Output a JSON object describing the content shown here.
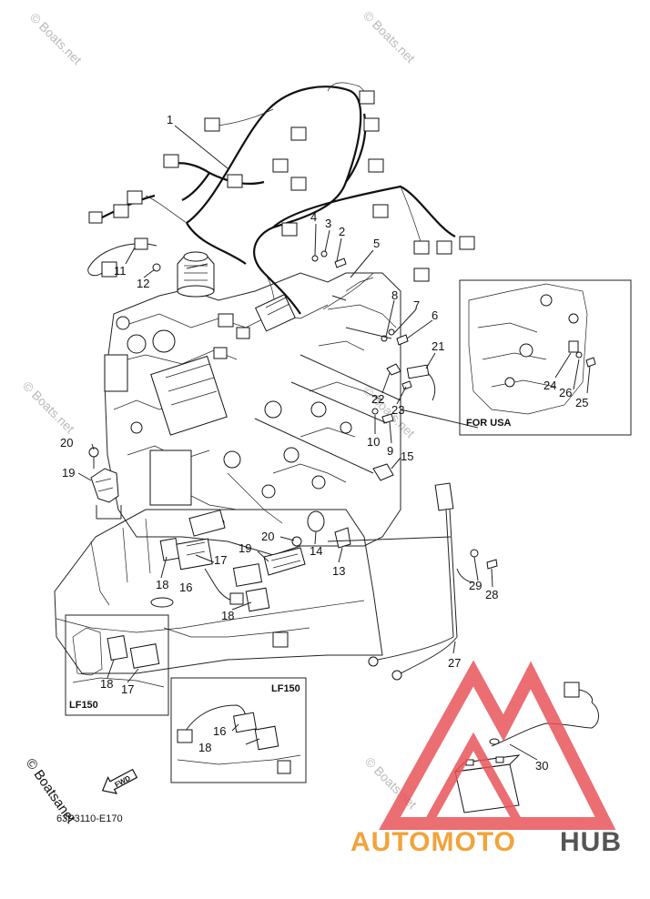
{
  "watermark": "© Boats.net",
  "copyright_vertical": "© Boatsanet",
  "diagram_code": "63P3110-E170",
  "fwd_label": "FWD",
  "inset_usa_label": "FOR USA",
  "inset_lf150_a": "LF150",
  "inset_lf150_b": "LF150",
  "brand": {
    "left": "AUTOMOTO",
    "right": "HUB",
    "left_color": "#f2a33a",
    "right_color": "#555555",
    "logo_color": "#e8555a"
  },
  "callouts": {
    "c1": "1",
    "c2": "2",
    "c3": "3",
    "c4": "4",
    "c5": "5",
    "c6": "6",
    "c7": "7",
    "c8": "8",
    "c9": "9",
    "c10": "10",
    "c11": "11",
    "c12": "12",
    "c13": "13",
    "c14": "14",
    "c15": "15",
    "c16a": "16",
    "c16b": "16",
    "c17a": "17",
    "c17b": "17",
    "c18a": "18",
    "c18b": "18",
    "c18c": "18",
    "c18d": "18",
    "c19a": "19",
    "c19b": "19",
    "c20a": "20",
    "c20b": "20",
    "c21": "21",
    "c22": "22",
    "c23": "23",
    "c24": "24",
    "c25": "25",
    "c26": "26",
    "c27": "27",
    "c28": "28",
    "c29": "29",
    "c30": "30"
  }
}
